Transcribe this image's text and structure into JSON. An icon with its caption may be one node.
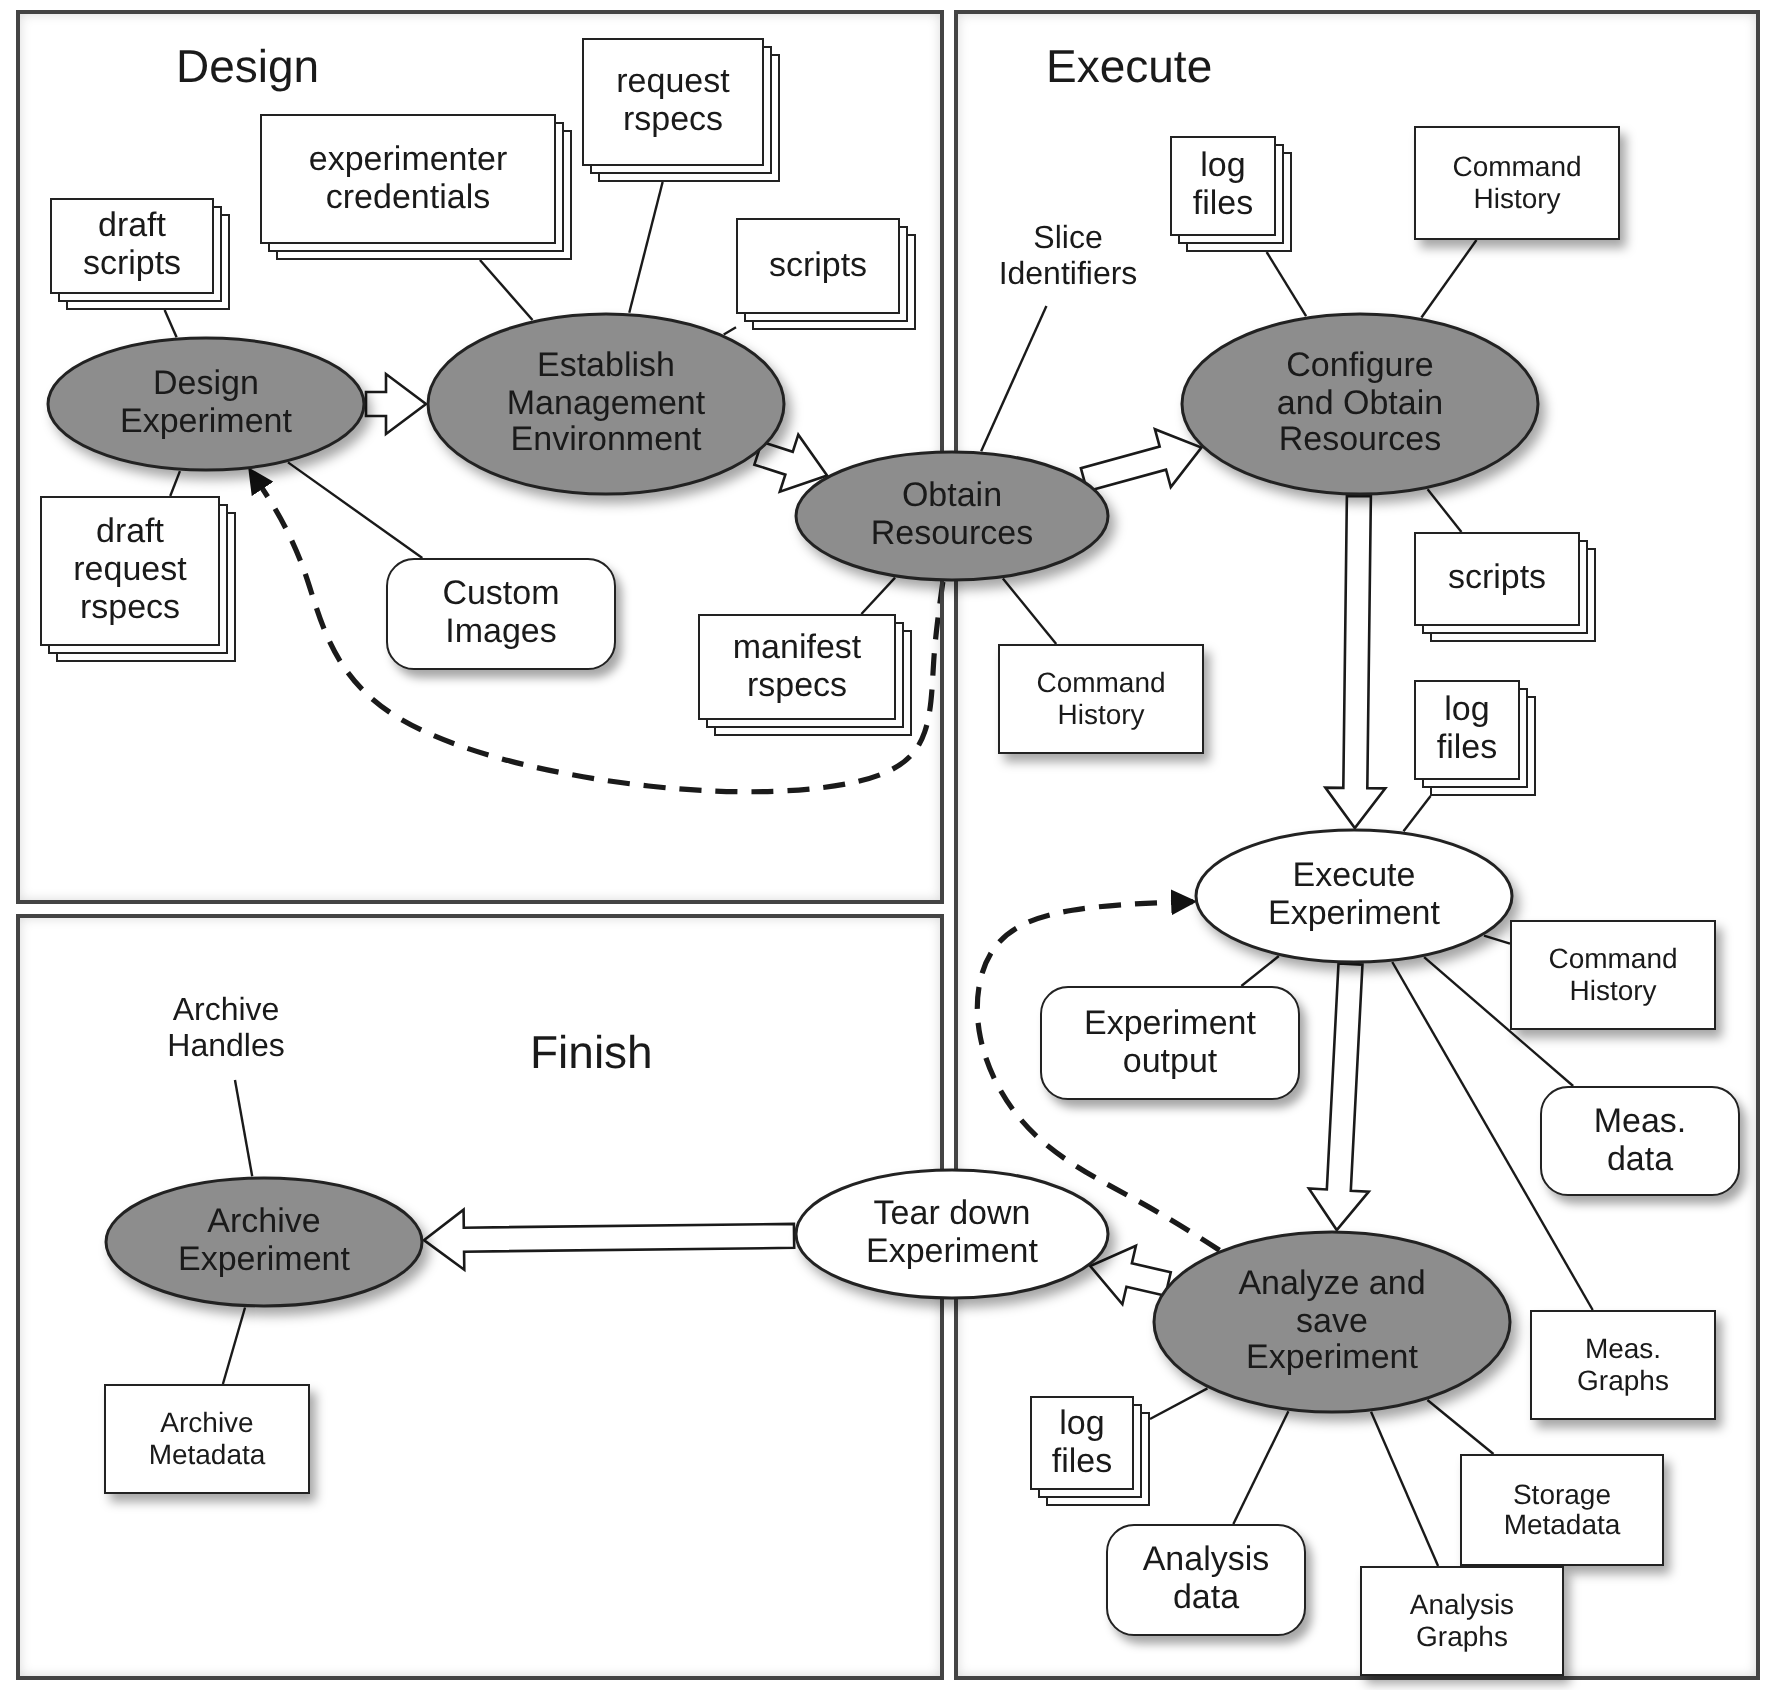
{
  "diagram": {
    "nodes": [
      {
        "text": [
          "Design"
        ]
      },
      {
        "text": [
          "Execute"
        ]
      },
      {
        "text": [
          "Finish"
        ]
      },
      {
        "text": [
          "draft scripts"
        ],
        "in": 0
      },
      {
        "text": [
          "experimenter credentials"
        ],
        "in": 0
      },
      {
        "text": [
          "request rspecs"
        ],
        "in": 0
      },
      {
        "text": [
          "scripts"
        ],
        "in": 0
      },
      {
        "text": [
          "Design Experiment"
        ],
        "in": 0
      },
      {
        "text": [
          "Establish Management Environment"
        ],
        "in": 0
      },
      {
        "text": [
          "draft request rspecs"
        ],
        "in": 0
      },
      {
        "text": [
          "Custom Images"
        ],
        "in": 0
      },
      {
        "text": [
          "manifest rspecs"
        ],
        "in": 0
      },
      {
        "text": [
          "Obtain Resources"
        ]
      },
      {
        "text": [
          "Slice Identifiers"
        ],
        "in": 1
      },
      {
        "text": [
          "log files"
        ],
        "in": 1
      },
      {
        "text": [
          "Command History"
        ],
        "in": 1
      },
      {
        "text": [
          "Configure and Obtain Resources"
        ],
        "in": 1
      },
      {
        "text": [
          "scripts"
        ],
        "in": 1
      },
      {
        "text": [
          "Command History"
        ],
        "in": 1
      },
      {
        "text": [
          "log files"
        ],
        "in": 1
      },
      {
        "text": [
          "Execute Experiment"
        ],
        "in": 1
      },
      {
        "text": [
          "Command History"
        ],
        "in": 1
      },
      {
        "text": [
          "Experiment output"
        ],
        "in": 1
      },
      {
        "text": [
          "Meas. data"
        ],
        "in": 1
      },
      {
        "text": [
          "Tear down Experiment"
        ]
      },
      {
        "text": [
          "Analyze  and save Experiment"
        ],
        "in": 1
      },
      {
        "text": [
          "Meas. Graphs"
        ],
        "in": 1
      },
      {
        "text": [
          "log files"
        ],
        "in": 1
      },
      {
        "text": [
          "Storage Metadata"
        ],
        "in": 1
      },
      {
        "text": [
          "Analysis data"
        ],
        "in": 1
      },
      {
        "text": [
          "Analysis Graphs"
        ],
        "in": 1
      },
      {
        "text": [
          "Archive Handles"
        ],
        "in": 2
      },
      {
        "text": [
          "Archive Experiment"
        ],
        "in": 2
      },
      {
        "text": [
          "Archive Metadata"
        ],
        "in": 2
      }
    ],
    "edges": [
      {
        "from": 7,
        "to": 8,
        "arrow": "to",
        "style": "thick"
      },
      {
        "from": 8,
        "to": 12,
        "arrow": "to",
        "style": "thick"
      },
      {
        "from": 12,
        "to": 16,
        "arrow": "to",
        "style": "thick"
      },
      {
        "from": 16,
        "to": 20,
        "arrow": "to",
        "style": "thick"
      },
      {
        "from": 20,
        "to": 25,
        "arrow": "to",
        "style": "thick"
      },
      {
        "from": 25,
        "to": 24,
        "arrow": "to",
        "style": "thick"
      },
      {
        "from": 24,
        "to": 32,
        "arrow": "to",
        "style": "thick"
      },
      {
        "from": 12,
        "to": 7,
        "arrow": "to",
        "style": "dashed"
      },
      {
        "from": 25,
        "to": 20,
        "arrow": "to",
        "style": "dashed"
      },
      {
        "from": 3,
        "to": 7,
        "arrow": "none"
      },
      {
        "from": 9,
        "to": 7,
        "arrow": "none"
      },
      {
        "from": 10,
        "to": 7,
        "arrow": "none"
      },
      {
        "from": 4,
        "to": 8,
        "arrow": "none"
      },
      {
        "from": 5,
        "to": 8,
        "arrow": "none"
      },
      {
        "from": 6,
        "to": 8,
        "arrow": "none"
      },
      {
        "from": 11,
        "to": 12,
        "arrow": "none"
      },
      {
        "from": 13,
        "to": 12,
        "arrow": "none"
      },
      {
        "from": 18,
        "to": 12,
        "arrow": "none"
      },
      {
        "from": 14,
        "to": 16,
        "arrow": "none"
      },
      {
        "from": 15,
        "to": 16,
        "arrow": "none"
      },
      {
        "from": 17,
        "to": 16,
        "arrow": "none"
      },
      {
        "from": 19,
        "to": 20,
        "arrow": "none"
      },
      {
        "from": 21,
        "to": 20,
        "arrow": "none"
      },
      {
        "from": 22,
        "to": 20,
        "arrow": "none"
      },
      {
        "from": 23,
        "to": 20,
        "arrow": "none"
      },
      {
        "from": 26,
        "to": 20,
        "arrow": "none"
      },
      {
        "from": 27,
        "to": 25,
        "arrow": "none"
      },
      {
        "from": 28,
        "to": 25,
        "arrow": "none"
      },
      {
        "from": 29,
        "to": 25,
        "arrow": "none"
      },
      {
        "from": 30,
        "to": 25,
        "arrow": "none"
      },
      {
        "from": 31,
        "to": 32,
        "arrow": "none"
      },
      {
        "from": 33,
        "to": 32,
        "arrow": "none"
      }
    ]
  }
}
